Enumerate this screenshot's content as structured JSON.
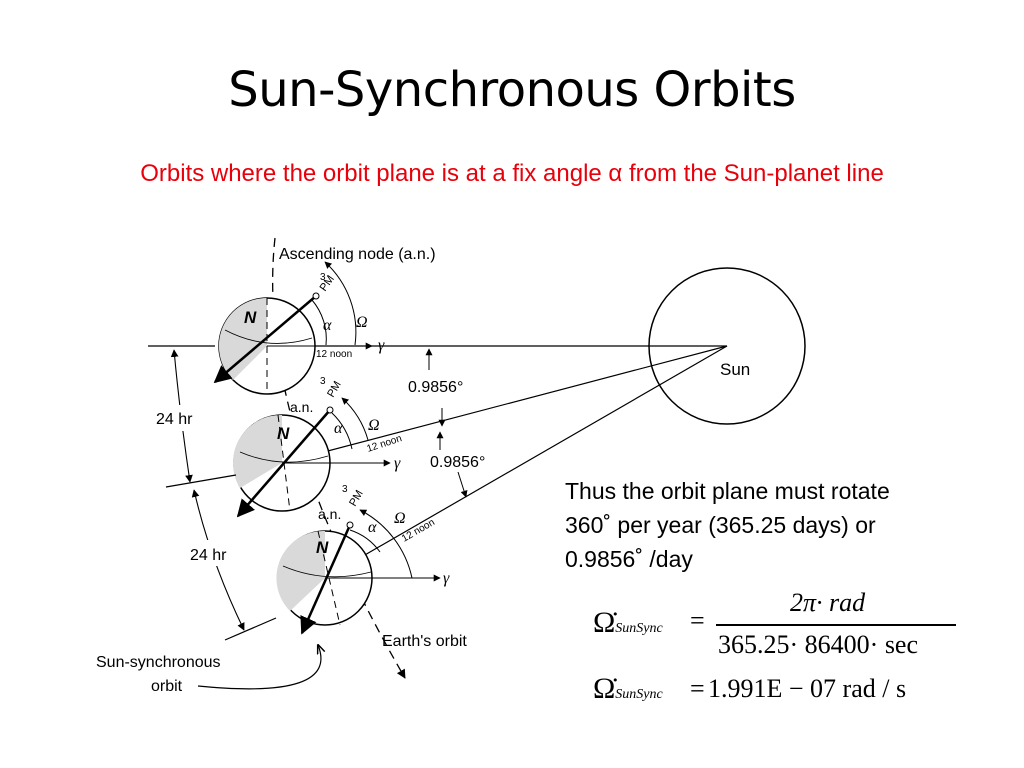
{
  "slide": {
    "title": "Sun-Synchronous Orbits",
    "subtitle": "Orbits where the orbit plane is at a fix angle α from the Sun-planet line",
    "body_lines": [
      "Thus the orbit plane must rotate",
      "360˚   per year (365.25 days) or",
      "0.9856˚  /day"
    ]
  },
  "diagram": {
    "ascending_node_label": "Ascending node (a.n.)",
    "an_short": "a.n.",
    "three": "3",
    "pm": "PM",
    "twelve_noon": "12 noon",
    "north": "N",
    "alpha": "α",
    "omega": "Ω",
    "gamma": "γ",
    "sun_label": "Sun",
    "angle_label": "0.9856°",
    "period_label": "24 hr",
    "earth_orbit_label": "Earth's orbit",
    "sso_label_1": "Sun-synchronous",
    "sso_label_2": "orbit"
  },
  "equations": {
    "omega_dot": "Ω̇",
    "subscript": "SunSync",
    "equals": "=",
    "numerator": "2π· rad",
    "denominator": "365.25· 86400· sec",
    "result": "1.991E − 07  rad / s"
  },
  "colors": {
    "subtitle": "#e8000b",
    "hemisphere": "#d9d9d9"
  }
}
